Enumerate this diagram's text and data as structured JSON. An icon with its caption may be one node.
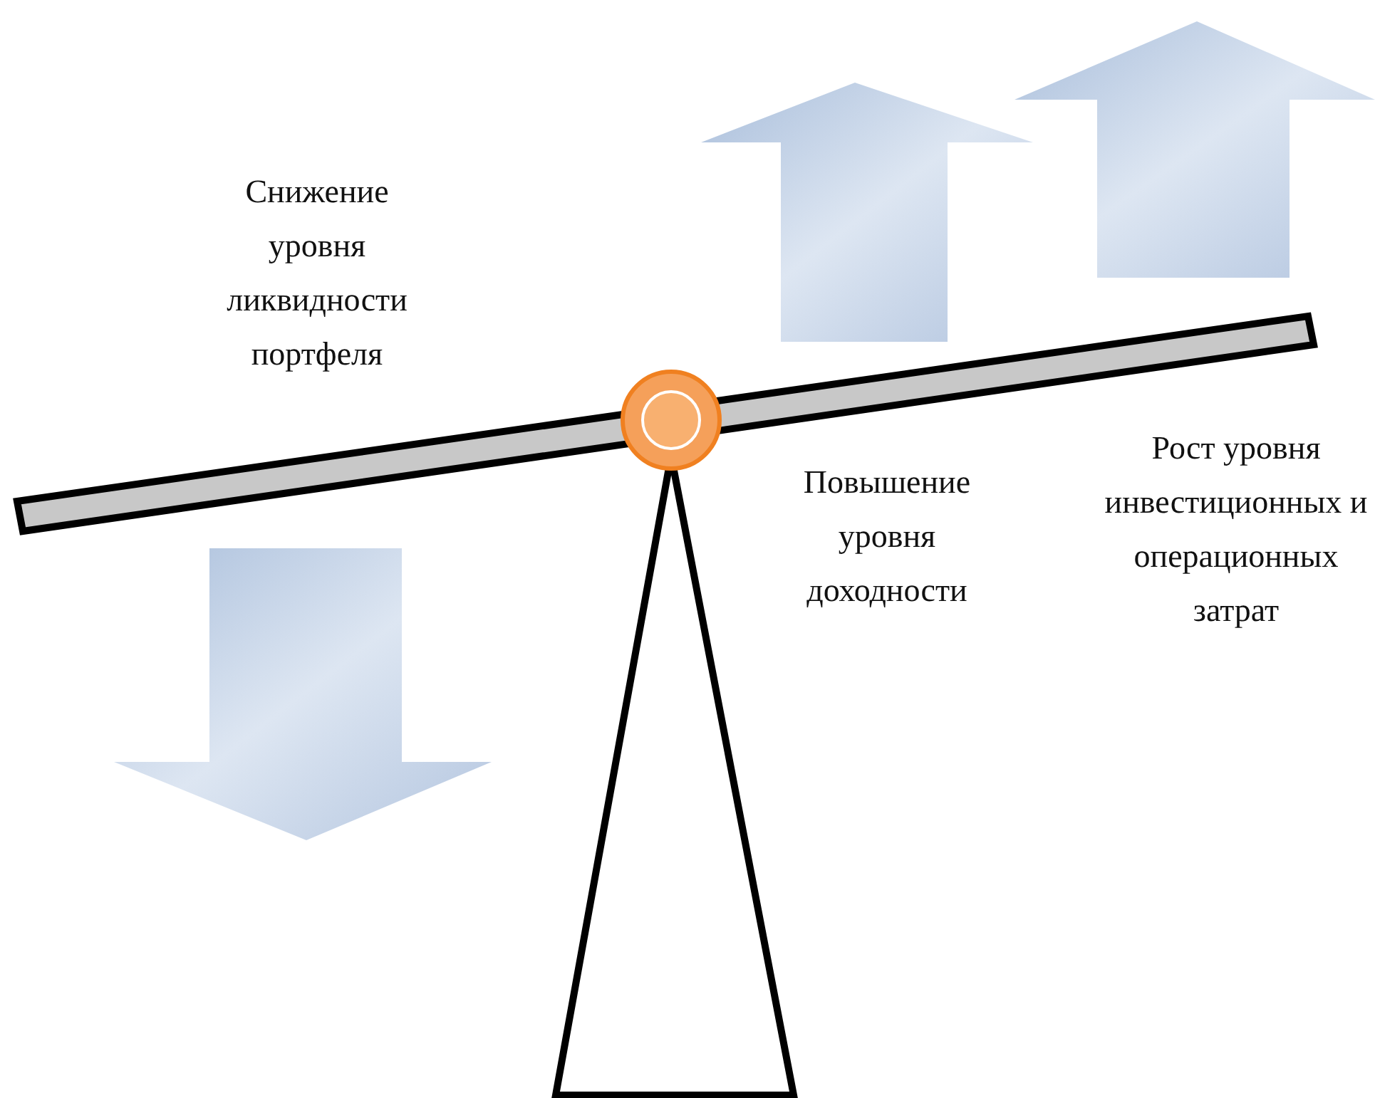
{
  "diagram": {
    "labels": [
      "Снижение уровня ликвидности портфеля",
      "Повышение уровня доходности",
      "Рост уровня инвестиционных и операционных затрат"
    ]
  }
}
